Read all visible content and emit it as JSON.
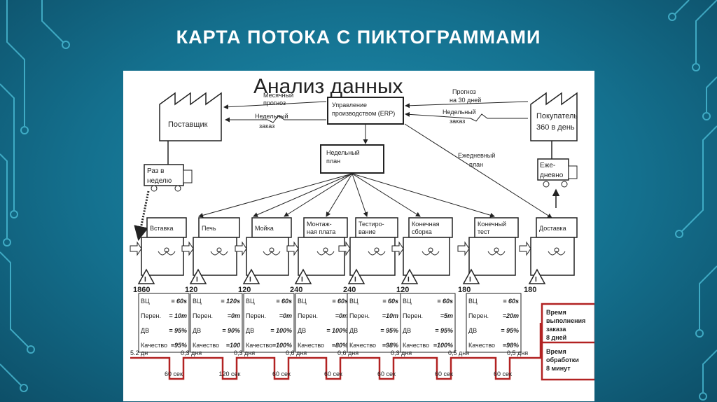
{
  "title": "КАРТА ПОТОКА С ПИКТОГРАММАМИ",
  "diagram": {
    "heading": "Анализ данных",
    "erp": [
      "Управление",
      "производством (ERP)"
    ],
    "supplier": "Поставщик",
    "customer": [
      "Покупатель",
      "360 в день"
    ],
    "monthly_forecast": [
      "Месячный",
      "прогноз"
    ],
    "weekly_order_left": [
      "Недельный",
      "заказ"
    ],
    "forecast_30": [
      "Прогноз",
      "на 30 дней"
    ],
    "weekly_order_right": [
      "Недельный",
      "заказ"
    ],
    "weekly_plan": [
      "Недельный",
      "план"
    ],
    "daily_plan": [
      "Ежедневный",
      "план"
    ],
    "truck_left": [
      "Раз в",
      "неделю"
    ],
    "truck_right": [
      "Еже-",
      "дневно"
    ],
    "processes": [
      {
        "name": [
          "Вставка"
        ],
        "inv": "1860",
        "vc": "ВЦ",
        "vc_val": "= 60s",
        "per": "Перен.",
        "per_val": "= 10m",
        "dv": "ДВ",
        "dv_val": "= 95%",
        "q": "Качество",
        "q_val": "=95%"
      },
      {
        "name": [
          "Печь"
        ],
        "inv": "120",
        "vc": "ВЦ",
        "vc_val": "= 120s",
        "per": "Перен.",
        "per_val": "=0m",
        "dv": "ДВ",
        "dv_val": "= 90%",
        "q": "Качество",
        "q_val": "=100"
      },
      {
        "name": [
          "Мойка"
        ],
        "inv": "120",
        "vc": "ВЦ",
        "vc_val": "= 60s",
        "per": "Перен.",
        "per_val": "=0m",
        "dv": "ДВ",
        "dv_val": "= 100%",
        "q": "Качество",
        "q_val": "=100%"
      },
      {
        "name": [
          "Монтаж-",
          "ная плата"
        ],
        "inv": "240",
        "vc": "ВЦ",
        "vc_val": "= 60s",
        "per": "Перен.",
        "per_val": "=0m",
        "dv": "ДВ",
        "dv_val": "= 100%",
        "q": "Качество",
        "q_val": "=80%"
      },
      {
        "name": [
          "Тестиро-",
          "вание"
        ],
        "inv": "240",
        "vc": "ВЦ",
        "vc_val": "= 60s",
        "per": "Перен.",
        "per_val": "=10m",
        "dv": "ДВ",
        "dv_val": "= 95%",
        "q": "Качество",
        "q_val": "=98%"
      },
      {
        "name": [
          "Конечная",
          "сборка"
        ],
        "inv": "120",
        "vc": "ВЦ",
        "vc_val": "= 60s",
        "per": "Перен.",
        "per_val": "=5m",
        "dv": "ДВ",
        "dv_val": "= 95%",
        "q": "Качество",
        "q_val": "=100%"
      },
      {
        "name": [
          "Конечный",
          "тест"
        ],
        "inv": "180",
        "vc": "ВЦ",
        "vc_val": "= 60s",
        "per": "Перен.",
        "per_val": "=20m",
        "dv": "ДВ",
        "dv_val": "= 95%",
        "q": "Качество",
        "q_val": "=98%"
      },
      {
        "name": [
          "Доставка"
        ],
        "inv": "180"
      }
    ],
    "timeline_top": [
      "5.2 дн",
      "0,3 дня",
      "0,3 дня",
      "0,6 дня",
      "0,6 дня",
      "0,3 дня",
      "0,5 дня",
      "0,5 дня"
    ],
    "timeline_bottom": [
      "60 сек",
      "120 сек",
      "60 сек",
      "60 сек",
      "60 сек",
      "60 сек",
      "60 сек"
    ],
    "lead_time": [
      "Время",
      "выполнения",
      "заказа",
      "8 дней"
    ],
    "processing_time": [
      "Время",
      "обработки",
      "8 минут"
    ]
  },
  "colors": {
    "background": "#14708e",
    "timeline": "#b22222",
    "title": "#ffffff"
  }
}
